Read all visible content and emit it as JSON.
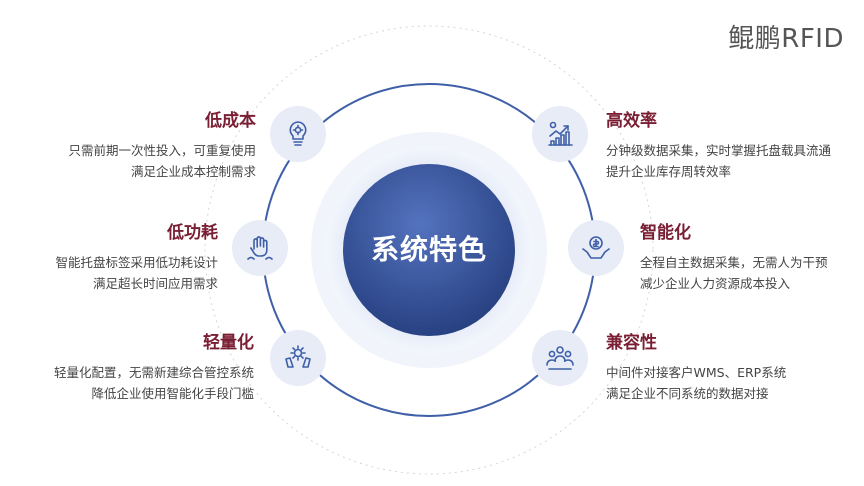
{
  "brand": {
    "text": "鲲鹏RFID"
  },
  "center": {
    "label": "系统特色"
  },
  "features": {
    "low_cost": {
      "title": "低成本",
      "lines": [
        "只需前期一次性投入，可重复使用",
        "满足企业成本控制需求"
      ],
      "icon": "lightbulb-gear-icon"
    },
    "low_power": {
      "title": "低功耗",
      "lines": [
        "智能托盘标签采用低功耗设计",
        "满足超长时间应用需求"
      ],
      "icon": "hands-leaf-icon"
    },
    "lightweight": {
      "title": "轻量化",
      "lines": [
        "轻量化配置，无需新建综合管控系统",
        "降低企业使用智能化手段门槛"
      ],
      "icon": "gear-hands-icon"
    },
    "efficiency": {
      "title": "高效率",
      "lines": [
        "分钟级数据采集，实时掌握托盘载具流通",
        "提升企业库存周转效率"
      ],
      "icon": "growth-chart-icon"
    },
    "intelligent": {
      "title": "智能化",
      "lines": [
        "全程自主数据采集，无需人为干预",
        "减少企业人力资源成本投入"
      ],
      "icon": "hands-coin-icon"
    },
    "compatible": {
      "title": "兼容性",
      "lines": [
        "中间件对接客户WMS、ERP系统",
        "满足企业不同系统的数据对接"
      ],
      "icon": "team-people-icon"
    }
  },
  "colors": {
    "accent": "#7a1e33",
    "ring": "#3f5fa8",
    "core": "#2f4a8f",
    "icon_bg": "#e7ecf7"
  }
}
